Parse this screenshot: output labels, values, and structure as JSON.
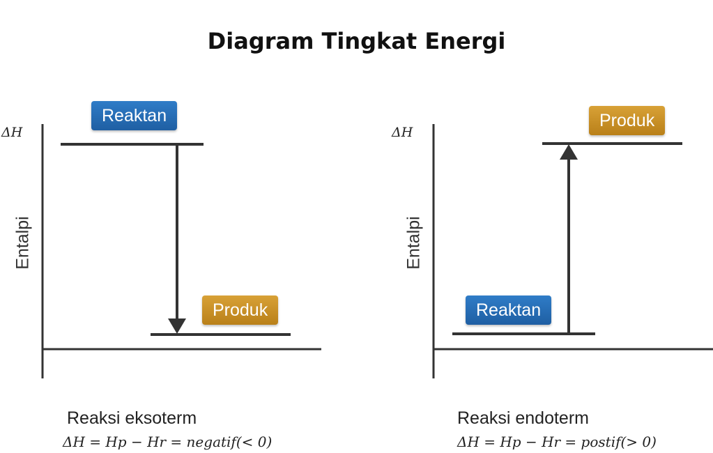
{
  "title": "Diagram Tingkat Energi",
  "colors": {
    "reactant": "#2070b8",
    "product": "#c89326",
    "line": "#333333"
  },
  "left": {
    "axis_symbol": "ΔH",
    "ylabel": "Entalpi",
    "reactant_label": "Reaktan",
    "product_label": "Produk",
    "caption": "Reaksi eksoterm",
    "formula": "ΔH = Hp − Hr = negatif(< 0)"
  },
  "right": {
    "axis_symbol": "ΔH",
    "ylabel": "Entalpi",
    "reactant_label": "Reaktan",
    "product_label": "Produk",
    "caption": "Reaksi endoterm",
    "formula": "ΔH = Hp − Hr = postif(> 0)"
  }
}
